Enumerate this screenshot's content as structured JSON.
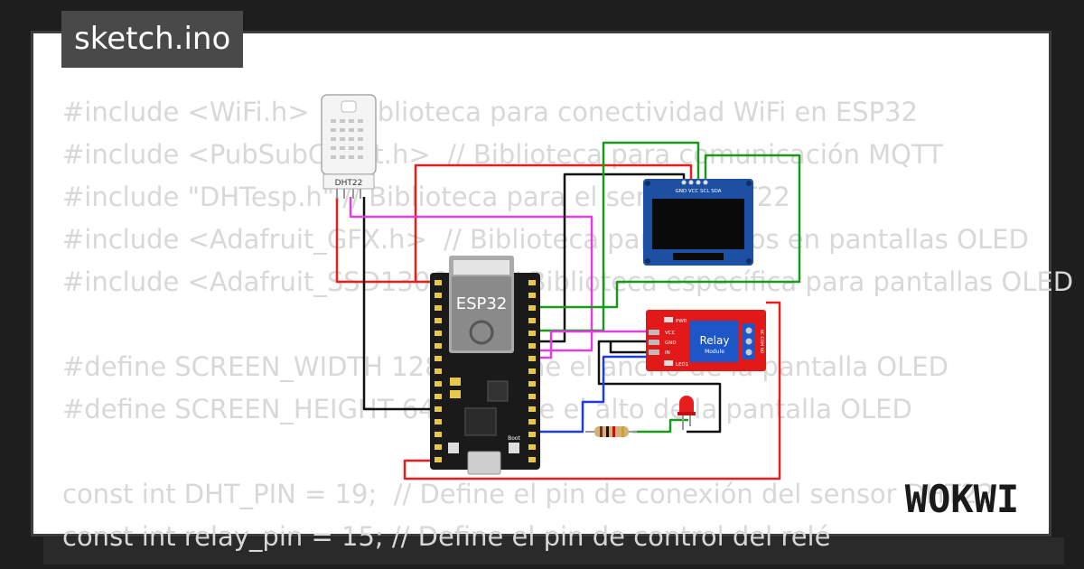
{
  "tab": {
    "filename": "sketch.ino"
  },
  "code_lines": [
    "#include <WiFi.h>  // Biblioteca para conectividad WiFi en ESP32",
    "#include <PubSubClient.h>  // Biblioteca para comunicación MQTT",
    "#include \"DHTesp.h\" // Biblioteca para el sensor DHT22",
    "#include <Adafruit_GFX.h>  // Biblioteca para gráficos en pantallas OLED",
    "#include <Adafruit_SSD1306.h> // Biblioteca específica para pantallas OLED",
    "",
    "#define SCREEN_WIDTH 128 // Define el ancho de la pantalla OLED",
    "#define SCREEN_HEIGHT 64 // Define el alto de la pantalla OLED",
    "",
    "const int DHT_PIN = 19;  // Define el pin de conexión del sensor DHT22",
    "const int relay_pin = 15; // Define el pin de control del relé"
  ],
  "components": {
    "dht22_label": "DHT22",
    "esp32_label": "ESP32",
    "oled_pins": "GND VCC SCL SDA",
    "relay_label": "Relay",
    "relay_sub": "Module",
    "relay_pins": [
      "VCC",
      "GND",
      "IN"
    ],
    "relay_pwr": "PWR",
    "relay_led": "LED1",
    "relay_terms": "NC COM NO",
    "boot_label": "Boot"
  },
  "brand": "WOKWI",
  "colors": {
    "wire_red": "#e61e1e",
    "wire_black": "#111111",
    "wire_green": "#1a9a1a",
    "wire_magenta": "#e040e0",
    "wire_blue": "#1e3ce0",
    "relay_red": "#e31818",
    "oled_blue": "#1d4fa3"
  }
}
